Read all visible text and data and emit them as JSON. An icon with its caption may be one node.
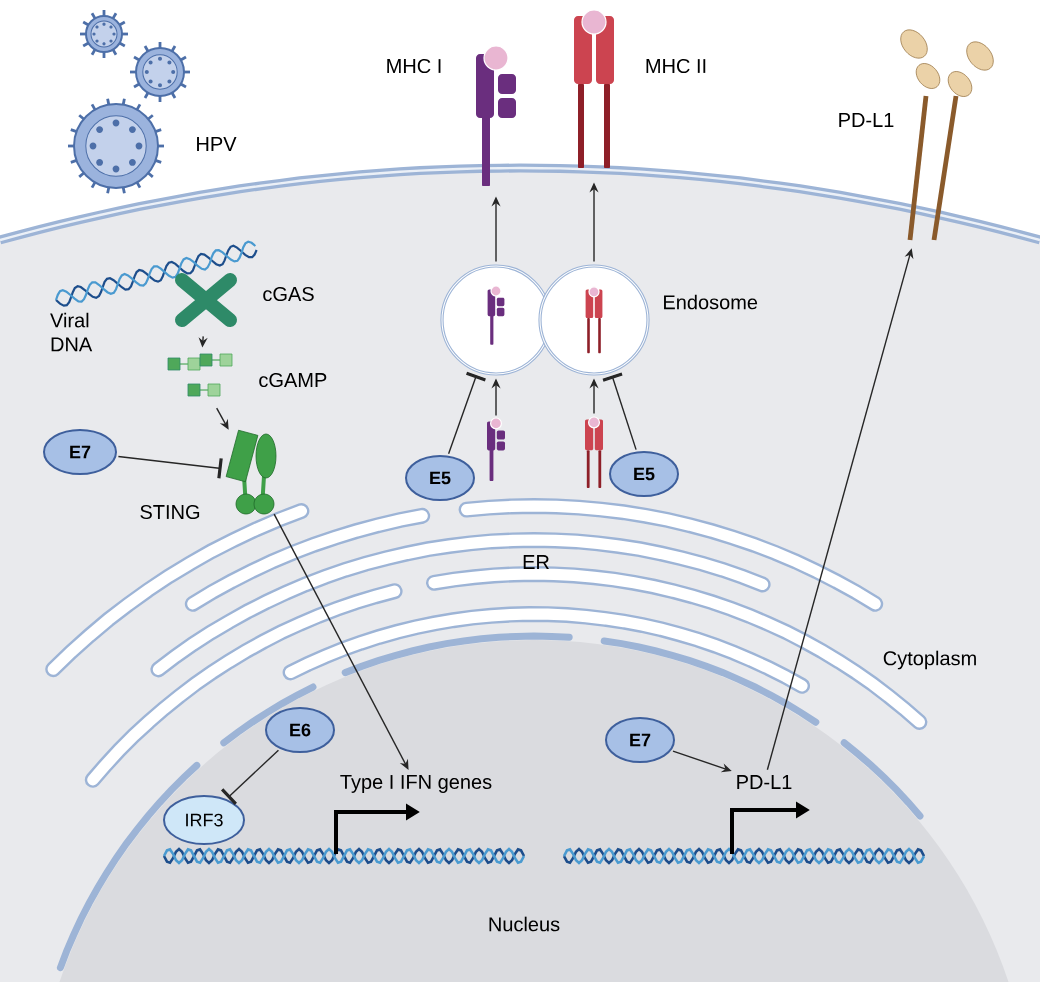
{
  "diagram": {
    "nodes": [
      {
        "text": [
          "E7"
        ]
      },
      {
        "text": [
          "E5"
        ]
      },
      {
        "text": [
          "E5"
        ]
      },
      {
        "text": [
          "E6"
        ]
      },
      {
        "text": [
          "IRF3"
        ]
      },
      {
        "text": [
          "E7"
        ]
      },
      {
        "text": [],
        "shape": "picture",
        "beside": [
          "cGAS"
        ]
      },
      {
        "text": [],
        "shape": "picture",
        "beside": [
          "cGAMP"
        ]
      },
      {
        "text": [],
        "shape": "picture",
        "beside": [
          "STING"
        ]
      },
      {
        "text": [],
        "shape": "picture",
        "beside": [
          "MHC I"
        ]
      },
      {
        "text": [],
        "shape": "circle"
      },
      {
        "text": [],
        "shape": "picture"
      },
      {
        "text": [],
        "shape": "picture",
        "beside": [
          "MHC II"
        ]
      },
      {
        "text": [],
        "shape": "circle",
        "beside": [
          "Endosome"
        ]
      },
      {
        "text": [],
        "shape": "picture"
      },
      {
        "text": [],
        "shape": "picture",
        "beside": [
          "PD-L1"
        ]
      },
      {
        "text": [
          "Type I IFN genes"
        ]
      },
      {
        "text": [
          "PD-L1"
        ]
      }
    ],
    "edges": [
      {
        "from": 6,
        "to": 7,
        "arrow": "to"
      },
      {
        "from": 7,
        "to": 8,
        "arrow": "to"
      },
      {
        "from": 0,
        "to": 8,
        "arrow": "other"
      },
      {
        "from": 8,
        "to": 16,
        "arrow": "to"
      },
      {
        "from": 3,
        "to": 4,
        "arrow": "other"
      },
      {
        "from": 11,
        "to": 10,
        "arrow": "to"
      },
      {
        "from": 10,
        "to": 9,
        "arrow": "to"
      },
      {
        "from": 1,
        "to": 10,
        "arrow": "other"
      },
      {
        "from": 14,
        "to": 13,
        "arrow": "to"
      },
      {
        "from": 13,
        "to": 12,
        "arrow": "to"
      },
      {
        "from": 2,
        "to": 13,
        "arrow": "other"
      },
      {
        "from": 5,
        "to": 17,
        "arrow": "to"
      },
      {
        "from": 17,
        "to": 15,
        "arrow": "to"
      }
    ],
    "labels": [
      "HPV",
      "Viral DNA",
      "ER",
      "Cytoplasm",
      "Nucleus"
    ]
  }
}
